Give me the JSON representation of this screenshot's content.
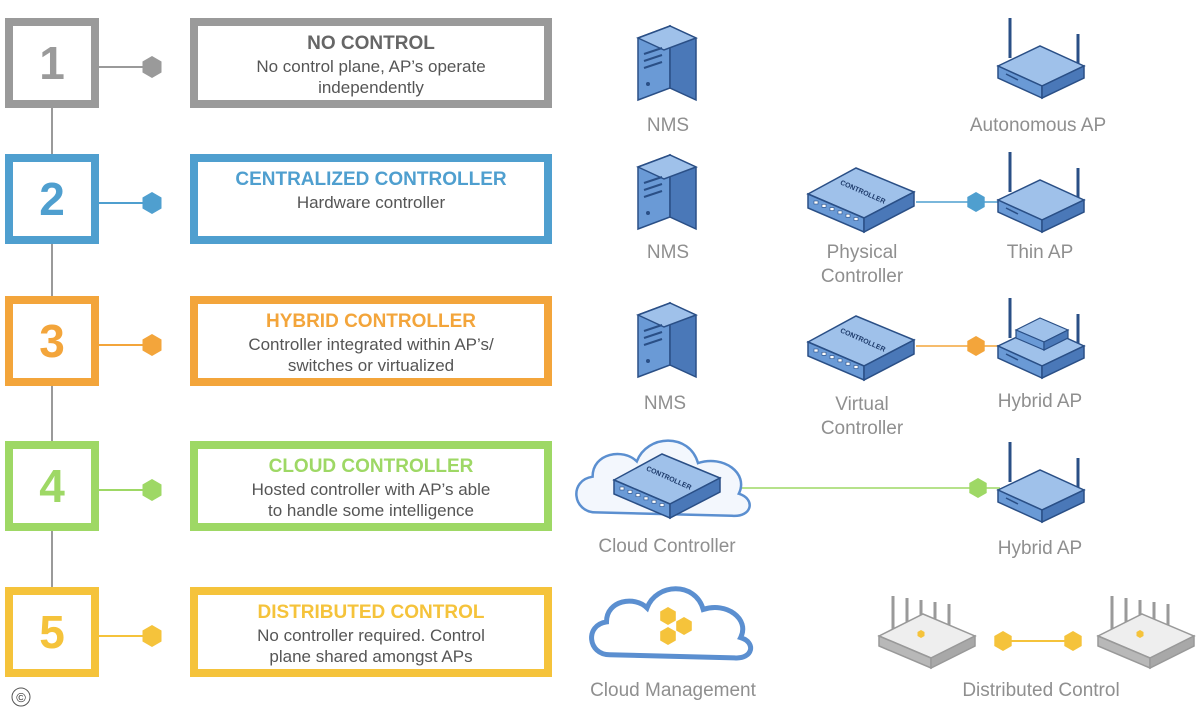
{
  "colors": {
    "level1": "#9a9a9a",
    "level2": "#4f9fcf",
    "level3": "#f3a53b",
    "level4": "#9ed865",
    "level5": "#f5c33b",
    "device_blue": "#6a9ad6",
    "device_dark": "#2a4f86",
    "cloud_outline": "#5b8fd0",
    "hexagon_gold": "#f5c33b",
    "gray_device": "#b8b8b8"
  },
  "levels": [
    {
      "number": "1",
      "title": "NO CONTROL",
      "desc_lines": [
        "No control plane, AP’s operate",
        "independently"
      ]
    },
    {
      "number": "2",
      "title": "CENTRALIZED CONTROLLER",
      "desc_lines": [
        "Hardware controller"
      ]
    },
    {
      "number": "3",
      "title": "HYBRID CONTROLLER",
      "desc_lines": [
        "Controller integrated within AP’s/",
        "switches or virtualized"
      ]
    },
    {
      "number": "4",
      "title": "CLOUD CONTROLLER",
      "desc_lines": [
        "Hosted controller with AP’s able",
        "to handle some intelligence"
      ]
    },
    {
      "number": "5",
      "title": "DISTRIBUTED CONTROL",
      "desc_lines": [
        "No controller required. Control",
        "plane shared amongst APs"
      ]
    }
  ],
  "devices": {
    "row1": {
      "server_label": "NMS",
      "ap_label": "Autonomous AP"
    },
    "row2": {
      "server_label": "NMS",
      "controller_label_lines": [
        "Physical",
        "Controller"
      ],
      "ap_label": "Thin AP",
      "controller_text": "CONTROLLER"
    },
    "row3": {
      "server_label": "NMS",
      "controller_label_lines": [
        "Virtual",
        "Controller"
      ],
      "ap_label": "Hybrid AP",
      "controller_text": "CONTROLLER"
    },
    "row4": {
      "cloud_label": "Cloud Controller",
      "ap_label": "Hybrid AP",
      "controller_text": "CONTROLLER"
    },
    "row5": {
      "cloud_label": "Cloud Management",
      "ap_label": "Distributed Control"
    }
  },
  "copyright": "©"
}
